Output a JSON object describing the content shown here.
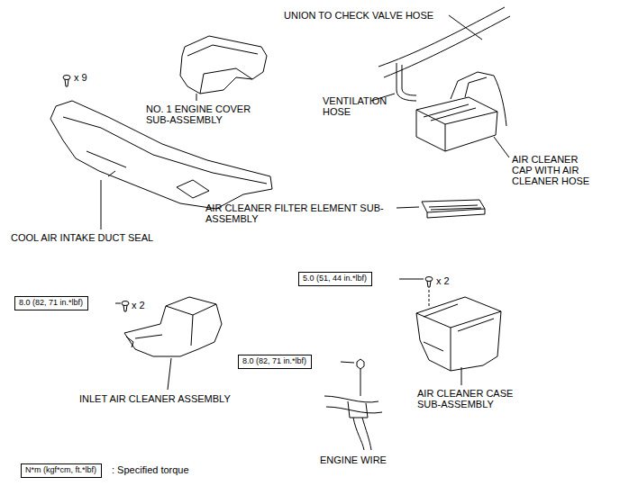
{
  "diagram": {
    "nodes": [
      {
        "text": [
          "8.0 (82, 71 in.*lbf)"
        ]
      },
      {
        "text": [
          "5.0 (51, 44 in.*lbf)"
        ]
      },
      {
        "text": [
          "8.0 (82, 71 in.*lbf)"
        ]
      },
      {
        "text": [
          "N*m (kgf*cm, ft.*lbf)"
        ]
      }
    ],
    "labels": [
      "UNION TO CHECK VALVE HOSE",
      "x 9",
      "NO. 1 ENGINE COVER SUB-ASSEMBLY",
      "VENTILATION HOSE",
      "AIR CLEANER CAP WITH AIR CLEANER HOSE",
      "AIR CLEANER FILTER ELEMENT SUB-ASSEMBLY",
      "COOL AIR INTAKE DUCT SEAL",
      "x 2",
      "INLET AIR CLEANER ASSEMBLY",
      "x 2",
      "AIR CLEANER CASE SUB-ASSEMBLY",
      "ENGINE WIRE",
      ": Specified torque"
    ]
  }
}
